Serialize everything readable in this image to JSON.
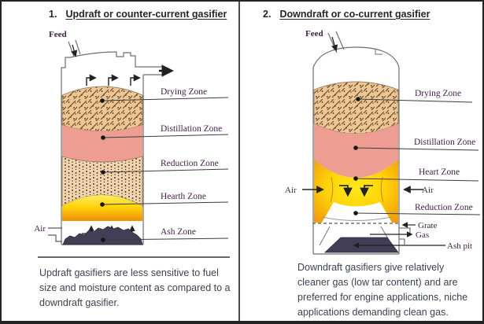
{
  "panels": [
    {
      "number": "1.",
      "title": "Updraft or counter-current gasifier",
      "feed_label": "Feed",
      "air_label": "Air",
      "labels": {
        "drying": "Drying Zone",
        "distillation": "Distillation Zone",
        "reduction": "Reduction Zone",
        "hearth": "Hearth Zone",
        "ash": "Ash Zone"
      },
      "caption_lines": [
        "Updraft gasifiers are less sensitive to fuel",
        "size and moisture content as compared to a",
        "downdraft gasifier."
      ]
    },
    {
      "number": "2.",
      "title": "Downdraft or co-current gasifier",
      "feed_label": "Feed",
      "air_left_label": "Air",
      "air_right_label": "Air",
      "labels": {
        "drying": "Drying Zone",
        "distillation": "Distillation Zone",
        "heart": "Heart Zone",
        "reduction": "Reduction Zone",
        "grate": "Grate",
        "gas": "Gas",
        "ash_pit": "Ash pit"
      },
      "caption_lines": [
        "Downdraft gasifiers give relatively",
        "cleaner gas (low tar content) and are",
        "preferred for engine applications, niche",
        "applications demanding clean gas."
      ]
    }
  ],
  "colors": {
    "vessel_outline": "#6f6f6f",
    "leader_line": "#3d3d3d",
    "drying_fill": "#ebc795",
    "drying_hatch": "#6f431f",
    "drying_speck": "#3a2a12",
    "distillation_fill": "#ed9d92",
    "zone_edge": "#9b7d63",
    "reduction_fill": "#f2d5a9",
    "reduction_dot": "#47334a",
    "hearth_yellow": "#fdec62",
    "hearth_gold": "#ffd40a",
    "hearth_orange": "#ee8f06",
    "heart_center": "#ffe81a",
    "heart_edge": "#f0940c",
    "throat_edge": "#d08409",
    "ash_fill": "#413e55",
    "label_text": "#44204a",
    "arrow_color": "#222222",
    "pipe_line": "#5c5c5c"
  }
}
